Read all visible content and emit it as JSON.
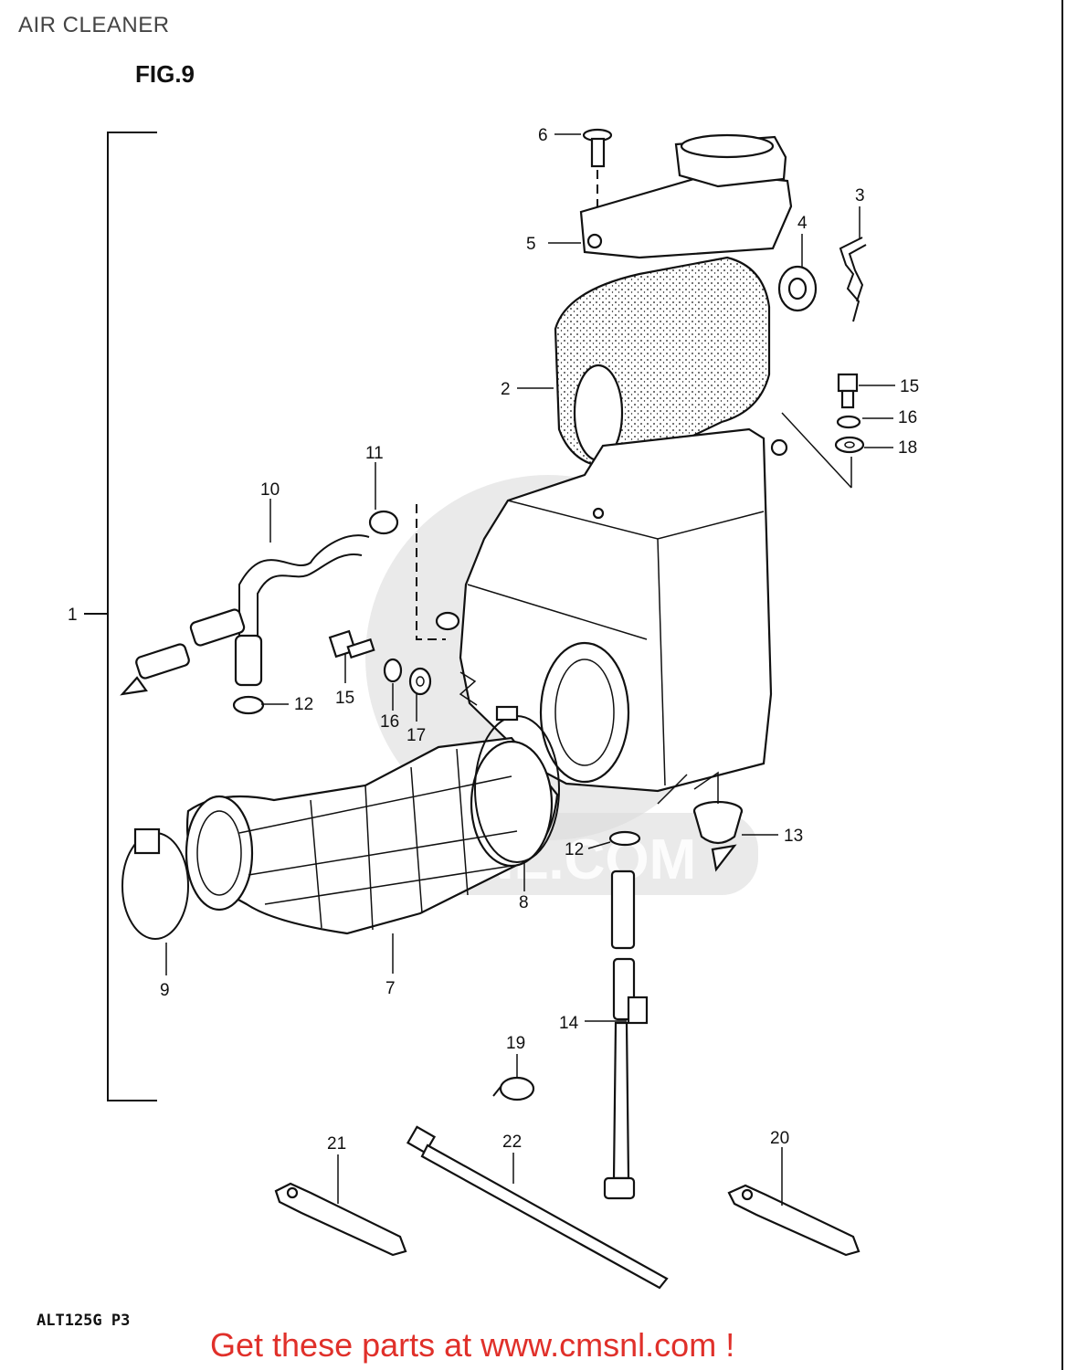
{
  "page": {
    "title": "AIR CLEANER",
    "figure": "FIG.9",
    "model_code": "ALT125G P3",
    "cta": "Get these parts at www.cmsnl.com !"
  },
  "watermark": {
    "text": "CMSNL.COM",
    "color": "#d9d9d9"
  },
  "colors": {
    "cta": "#e0302a",
    "ink": "#111111",
    "title": "#444444"
  },
  "callouts": [
    "1",
    "2",
    "3",
    "4",
    "5",
    "6",
    "7",
    "8",
    "9",
    "10",
    "11",
    "12",
    "12",
    "13",
    "14",
    "15",
    "15",
    "16",
    "16",
    "17",
    "18",
    "19",
    "20",
    "21",
    "22"
  ]
}
